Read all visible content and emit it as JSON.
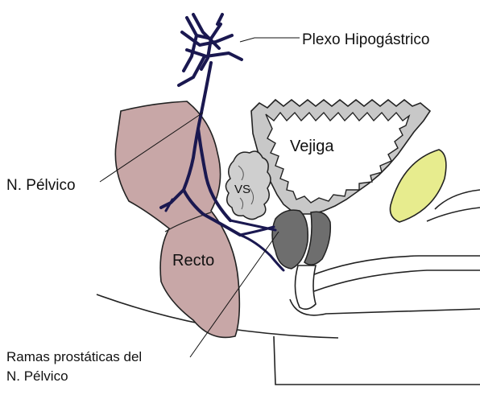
{
  "labels": {
    "plexo": "Plexo Hipogástrico",
    "pelvico": "N. Pélvico",
    "vejiga": "Vejiga",
    "vs": "VS",
    "recto": "Recto",
    "ramas_line1": "Ramas prostáticas del",
    "ramas_line2": "N. Pélvico"
  },
  "colors": {
    "background": "#ffffff",
    "rectum": "#c8a7a7",
    "nerve": "#1a1850",
    "bladder_wall": "#c8c8c8",
    "seminal_vesicle": "#cfcfcf",
    "prostate": "#6e6e6e",
    "pubic_bone": "#e7ec8e",
    "outline": "#222222",
    "leader_line": "#111111"
  }
}
